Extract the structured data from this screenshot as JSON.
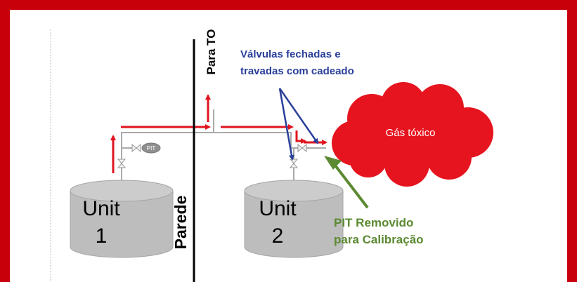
{
  "labels": {
    "unit1_name": "Unit",
    "unit1_num": "1",
    "unit2_name": "Unit",
    "unit2_num": "2",
    "wall": "Parede",
    "para_to": "Para TO",
    "pit": "PIT",
    "valves_line1": "Válvulas fechadas e",
    "valves_line2": "travadas com cadeado",
    "toxic_gas": "Gás tóxico",
    "pit_removed_line1": "PIT Removido",
    "pit_removed_line2": "para Calibração"
  },
  "colors": {
    "frame": "#c8000a",
    "flow_arrow": "#e0141e",
    "callout_blue": "#2a3f9a",
    "callout_green": "#5b8a32",
    "tank": "#bdbdbd",
    "cloud": "#e6141e"
  }
}
